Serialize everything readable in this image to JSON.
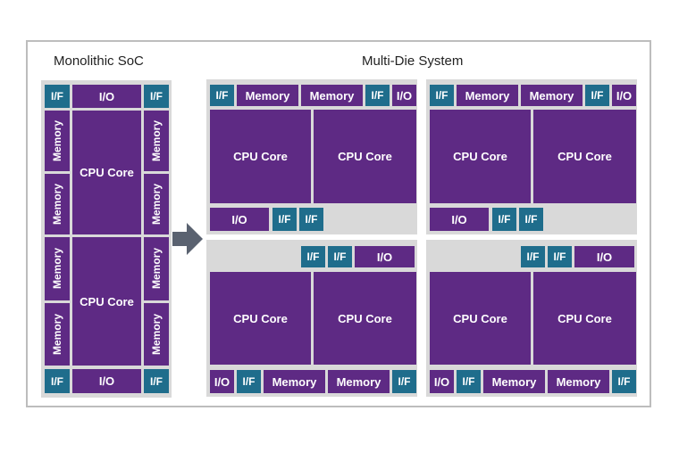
{
  "soc_title": "Monolithic SoC",
  "mds_title": "Multi-Die System",
  "labels": {
    "if": "I/F",
    "io": "I/O",
    "memory": "Memory",
    "cpu": "CPU Core"
  },
  "colors": {
    "purple": "#5e2a84",
    "teal": "#1f6d8c",
    "gray": "#d9d9d9",
    "arrow": "#5a6270"
  },
  "arrow_icon": "right-arrow-icon"
}
